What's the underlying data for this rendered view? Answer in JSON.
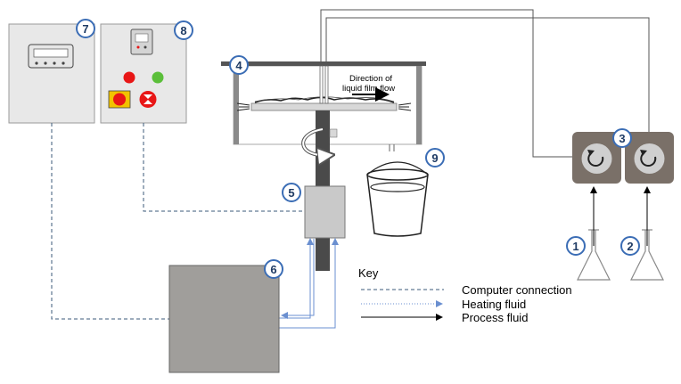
{
  "diagram": {
    "callouts": [
      "1",
      "2",
      "3",
      "4",
      "5",
      "6",
      "7",
      "8",
      "9"
    ],
    "flow_label_line1": "Direction of",
    "flow_label_line2": "liquid film flow",
    "key": {
      "title": "Key",
      "items": [
        {
          "label": "Computer connection",
          "style": "dashed",
          "color": "#3b5a7a"
        },
        {
          "label": "Heating fluid",
          "style": "dotted-arrow",
          "color": "#6a8fd0"
        },
        {
          "label": "Process fluid",
          "style": "solid-arrow",
          "color": "#000000"
        }
      ]
    },
    "colors": {
      "panel_fill": "#e8e8e8",
      "panel_stroke": "#9a9a9a",
      "callout_ring": "#3b6db5",
      "pump_dark": "#7a7068",
      "pump_light": "#cfcfcf",
      "heater_fill": "#a09e9b",
      "shaft": "#4a4a4a",
      "lamp_red": "#e81616",
      "lamp_green": "#5bbf3a",
      "stop_button": "#e81616",
      "stop_button_frame": "#f2c200"
    },
    "icons": [
      "rotate-icon",
      "rotate-icon",
      "flask-icon",
      "flask-icon",
      "bucket-icon",
      "display-icon",
      "controller-icon"
    ]
  }
}
